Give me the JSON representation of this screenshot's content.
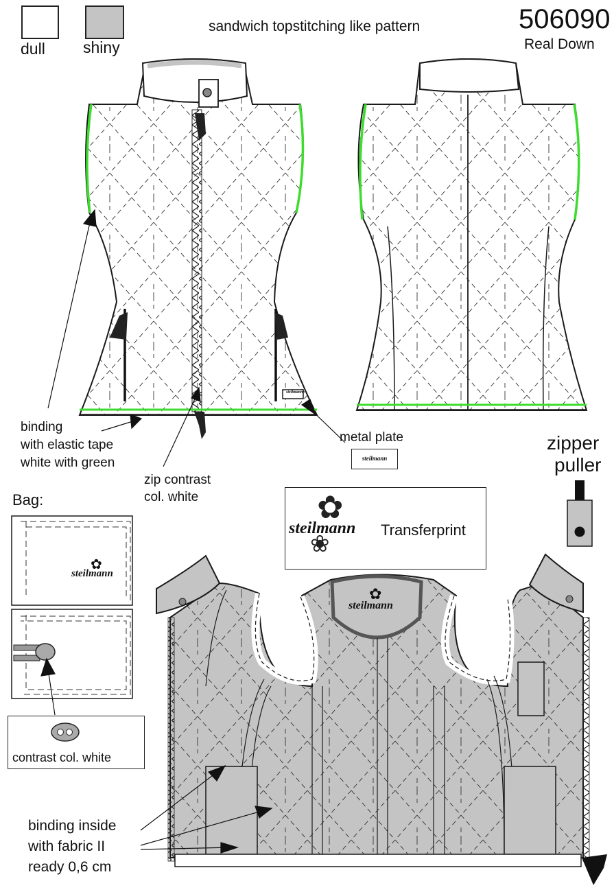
{
  "header": {
    "title": "sandwich topstitching like pattern",
    "style_number": "506090",
    "subtitle": "Real Down"
  },
  "legend": {
    "dull_label": "dull",
    "shiny_label": "shiny",
    "dull_color": "#ffffff",
    "shiny_color": "#c4c4c4"
  },
  "colors": {
    "outline": "#1a1a1a",
    "shiny_fill": "#c4c4c4",
    "binding_green": "#3ddc2e",
    "dull_fill": "#ffffff"
  },
  "annotations": {
    "binding_line1": "binding",
    "binding_line2": "with elastic tape",
    "binding_line3": "white with green",
    "zip_line1": "zip contrast",
    "zip_line2": "col. white",
    "metal_plate": "metal plate",
    "zipper_line1": "zipper",
    "zipper_line2": "puller",
    "bag": "Bag:",
    "contrast": "contrast col. white",
    "inside_line1": "binding inside",
    "inside_line2": "with fabric II",
    "inside_line3": "ready 0,6 cm"
  },
  "logo": {
    "brand": "steilmann",
    "transfer_label": "Transferprint"
  },
  "icons": [
    "flower-logo-icon",
    "zipper-puller-icon",
    "metal-plate-icon",
    "toggle-stopper-icon",
    "arrow-icon"
  ]
}
